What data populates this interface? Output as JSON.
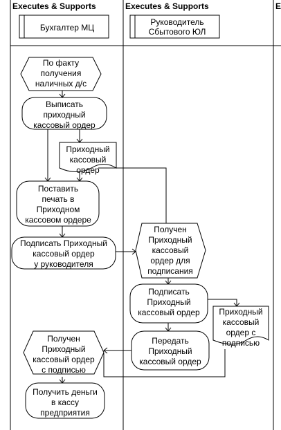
{
  "lanes": [
    {
      "header": "Executes & Supports",
      "role": [
        "Бухгалтер МЦ"
      ]
    },
    {
      "header": "Executes & Supports",
      "role": [
        "Руководитель",
        "Сбытового ЮЛ"
      ]
    },
    {
      "header": "E"
    }
  ],
  "nodes": {
    "event_cash_received": [
      "По факту",
      "получения",
      "наличных д/с"
    ],
    "fn_write_order": [
      "Выписать",
      "приходный",
      "кассовый ордер"
    ],
    "doc_order_1": [
      "Приходный",
      "кассовый",
      "ордер"
    ],
    "fn_stamp": [
      "Поставить",
      "печать в",
      "Приходном",
      "кассовом ордере"
    ],
    "fn_sign_by_head": [
      "Подписать Приходный",
      "кассовый ордер",
      "у руководителя"
    ],
    "event_received_for_signing": [
      "Получен",
      "Приходный",
      "кассовый",
      "ордер для",
      "подписания"
    ],
    "fn_sign": [
      "Подписать",
      "Приходный",
      "кассовый ордер"
    ],
    "doc_order_signed": [
      "Приходный",
      "кассовый",
      "ордер с",
      "подписью"
    ],
    "fn_transfer": [
      "Передать",
      "Приходный",
      "кассовый ордер"
    ],
    "event_received_signed": [
      "Получен",
      "Приходный",
      "кассовый ордер",
      "с подписью"
    ],
    "fn_receive_money": [
      "Получить деньги",
      "в кассу",
      "предприятия"
    ]
  }
}
